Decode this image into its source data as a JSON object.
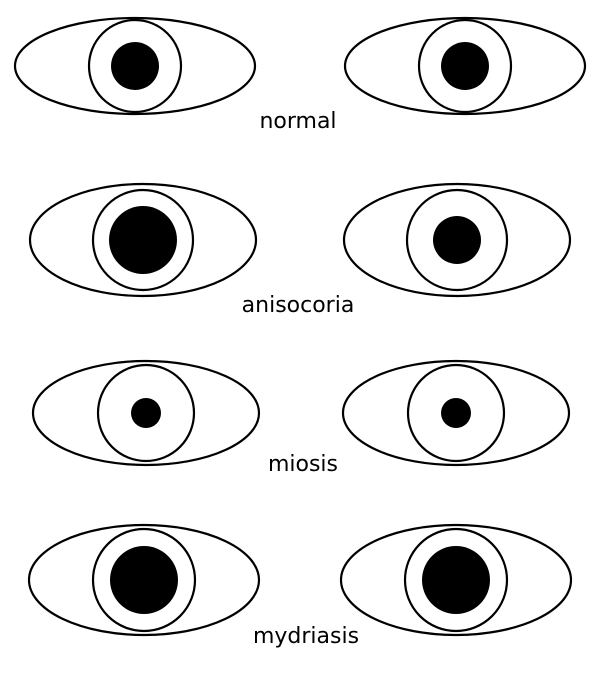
{
  "colors": {
    "line": "#000000",
    "pupil": "#000000",
    "background": "#ffffff"
  },
  "rows": [
    {
      "caption": "normal",
      "pupils": [
        "medium",
        "medium"
      ]
    },
    {
      "caption": "anisocoria",
      "pupils": [
        "large",
        "medium"
      ]
    },
    {
      "caption": "miosis",
      "pupils": [
        "small",
        "small"
      ]
    },
    {
      "caption": "mydriasis",
      "pupils": [
        "large",
        "large"
      ]
    }
  ]
}
